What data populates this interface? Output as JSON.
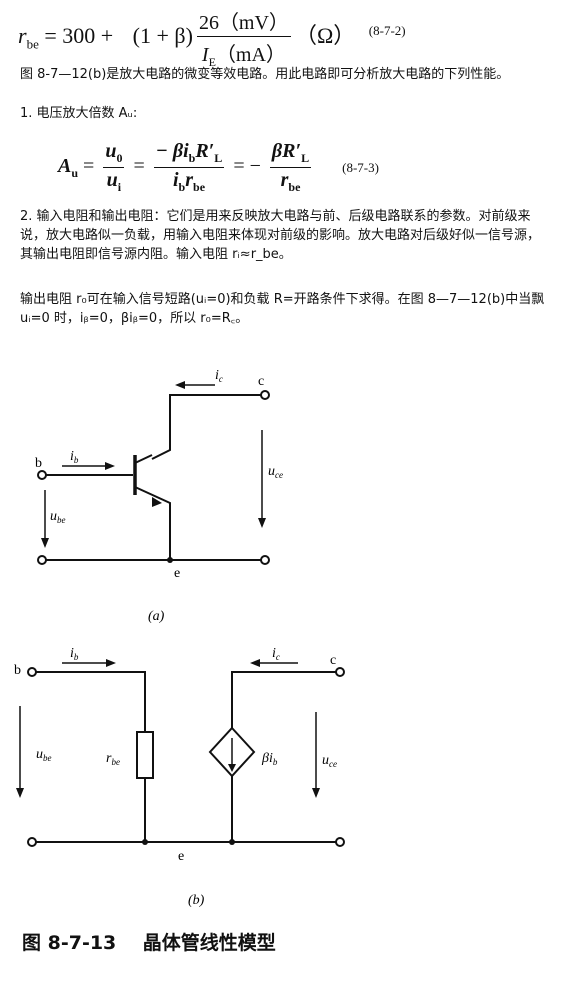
{
  "formula_rbe": {
    "lhs": "r",
    "lhs_sub": "be",
    "eq": " = 300 + ",
    "factor": "(1 + β)",
    "numerator": "26（mV）",
    "denominator_main": "I",
    "denominator_sub": "E",
    "denominator_unit": "（mA）",
    "unit": "（Ω）",
    "eq_no": "(8-7-2)"
  },
  "para1": "图 8-7—12(b)是放大电路的微变等效电路。用此电路即可分析放大电路的下列性能。",
  "item1": "1. 电压放大倍数 Aᵤ:",
  "formula_au": {
    "lhs": "A",
    "lhs_sub": "u",
    "frac1_num": "u",
    "frac1_num_sub": "0",
    "frac1_den": "u",
    "frac1_den_sub": "i",
    "frac2_num": "− βi",
    "frac2_num_sub": "b",
    "frac2_num_tail": "R′",
    "frac2_num_tail_sub": "L",
    "frac2_den": "i",
    "frac2_den_sub": "b",
    "frac2_den_tail": "r",
    "frac2_den_tail_sub": "be",
    "frac3_num": "βR′",
    "frac3_num_sub": "L",
    "frac3_den": "r",
    "frac3_den_sub": "be",
    "eq_no": "(8-7-3)"
  },
  "item2": "2. 输入电阻和输出电阻：它们是用来反映放大电路与前、后级电路联系的参数。对前级来说，放大电路似一负载，用输入电阻来体现对前级的影响。放大电路对后级好似一信号源，其输出电阻即信号源内阻。输入电阻 rᵢ≈r_be。",
  "item2b": "输出电阻 r₀可在输入信号短路(uᵢ=0)和负载 R=开路条件下求得。在图 8—7—12(b)中当飘 uᵢ=0 时，iᵦ=0，βiᵦ=0，所以 r₀=R꜀。",
  "figure_a": {
    "label_c": "c",
    "label_b": "b",
    "label_e": "e",
    "label_ic": "i",
    "label_ic_sub": "c",
    "label_ib": "i",
    "label_ib_sub": "b",
    "label_uce": "u",
    "label_uce_sub": "ce",
    "label_ube": "u",
    "label_ube_sub": "be",
    "caption": "(a)"
  },
  "figure_b": {
    "label_b": "b",
    "label_c": "c",
    "label_e": "e",
    "label_ib": "i",
    "label_ib_sub": "b",
    "label_ic": "i",
    "label_ic_sub": "c",
    "label_ube": "u",
    "label_ube_sub": "be",
    "label_rbe": "r",
    "label_rbe_sub": "be",
    "label_beta": "βi",
    "label_beta_sub": "b",
    "label_uce": "u",
    "label_uce_sub": "ce",
    "caption": "(b)"
  },
  "figure_caption": "图 8-7-13    晶体管线性模型"
}
